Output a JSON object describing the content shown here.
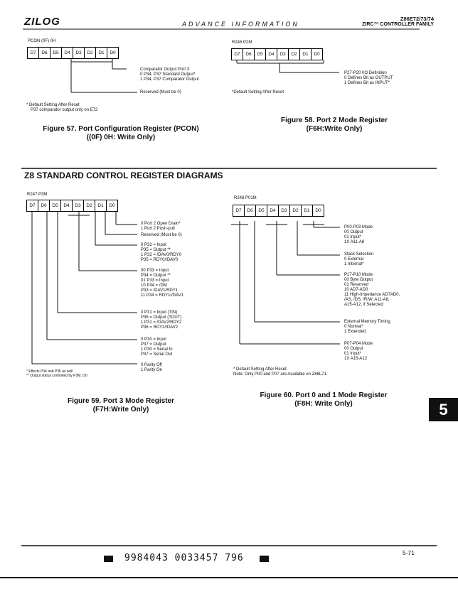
{
  "header": {
    "logo": "ZILOG",
    "center": "ADVANCE INFORMATION",
    "part": "Z86E72/73/74",
    "family": "ZIRC™ CONTROLLER FAMILY"
  },
  "bits": [
    "D7",
    "D6",
    "D5",
    "D4",
    "D3",
    "D2",
    "D1",
    "D0"
  ],
  "fig57": {
    "reg": "PCON (0F) 0H",
    "comp": [
      "Comparator Output Port 3",
      "0  P34, P37 Standard Output*",
      "1  P34, P37 Comparator Output"
    ],
    "reserved": "Reserved (Must be 0)",
    "notes": [
      "* Default Setting After Reset",
      "P37 comparator output only on E72"
    ],
    "caption1": "Figure 57.  Port Configuration Register (PCON)",
    "caption2": "((0F) 0H: Write Only)"
  },
  "fig58": {
    "reg": "R246 P2M",
    "def": [
      "P27-P20 I/O Definition",
      "0   Defines Bit as OUTPUT",
      "1   Defines Bit as INPUT*"
    ],
    "note": "*Default Setting After Reset",
    "caption1": "Figure 58.  Port 2 Mode Register",
    "caption2": "(F6H:Write Only)"
  },
  "section_title": "Z8 STANDARD CONTROL REGISTER DIAGRAMS",
  "fig59": {
    "reg": "R247 P3M",
    "g1": [
      "0   Port 2 Open Drain*",
      "1   Port 2 Push-pull"
    ],
    "g2": "Reserved (Must be 0)",
    "g3": [
      "0   P32 = Input",
      "     P35 = Output **",
      "1   P32 = /DAV0/RDY0",
      "     P35 = RDY0//DAV0"
    ],
    "g4": [
      "00   P33 = Input",
      "       P34 = Output **",
      "01   P33 = Input",
      "10   P34 = /DM",
      "       P33 = /DAV1/RDY1",
      "11   P34 = RDY1//DAV1"
    ],
    "g5": [
      "0   P31 = Input (TIN)",
      "     P36 = Output (TOUT)",
      "1   P31 = /DAV2/RDY2",
      "     P36 = RDY2//DAV2"
    ],
    "g6": [
      "0   P30 = Input",
      "     P37 = Output",
      "1   P30 = Serial In",
      "     P37 = Serial Out"
    ],
    "g7": [
      "0   Parity Off",
      "1   Parity On"
    ],
    "notes": [
      "* Effects P34 and P35 as well",
      "** Output status controlled by P3M, D0"
    ],
    "caption1": "Figure 59.  Port 3 Mode Register",
    "caption2": "(F7H:Write Only)"
  },
  "fig60": {
    "reg": "R248 P01M",
    "g1": [
      "P00-P03 Mode",
      "00   Output",
      "01   Input*",
      "1X   A11-A8"
    ],
    "g2": [
      "Stack Selection",
      "0   External",
      "1   Internal*"
    ],
    "g3": [
      "P17-P10 Mode",
      "00   Byte Output",
      "01   Reserved",
      "10   AD7-AD0",
      "11   High-Impedance AD7AD0,",
      "       /AS, /DS, /R/W, A11-A8,",
      "       A15-A12, if Selected"
    ],
    "g4": [
      "External Memory Timing",
      "0   Normal*",
      "1   Extended"
    ],
    "g5": [
      "P07-P04 Mode",
      "00   Output",
      "01   Input*",
      "1X   A15-A12"
    ],
    "notes": [
      "* Default Setting After Reset.",
      "Note: Only P00 and P07 are Available on Z86L71."
    ],
    "caption1": "Figure 60.  Port 0 and 1 Mode Register",
    "caption2": "(F8H: Write Only)"
  },
  "tab": "5",
  "page_number": "5-71",
  "barcode": "9984043 0033457 796"
}
